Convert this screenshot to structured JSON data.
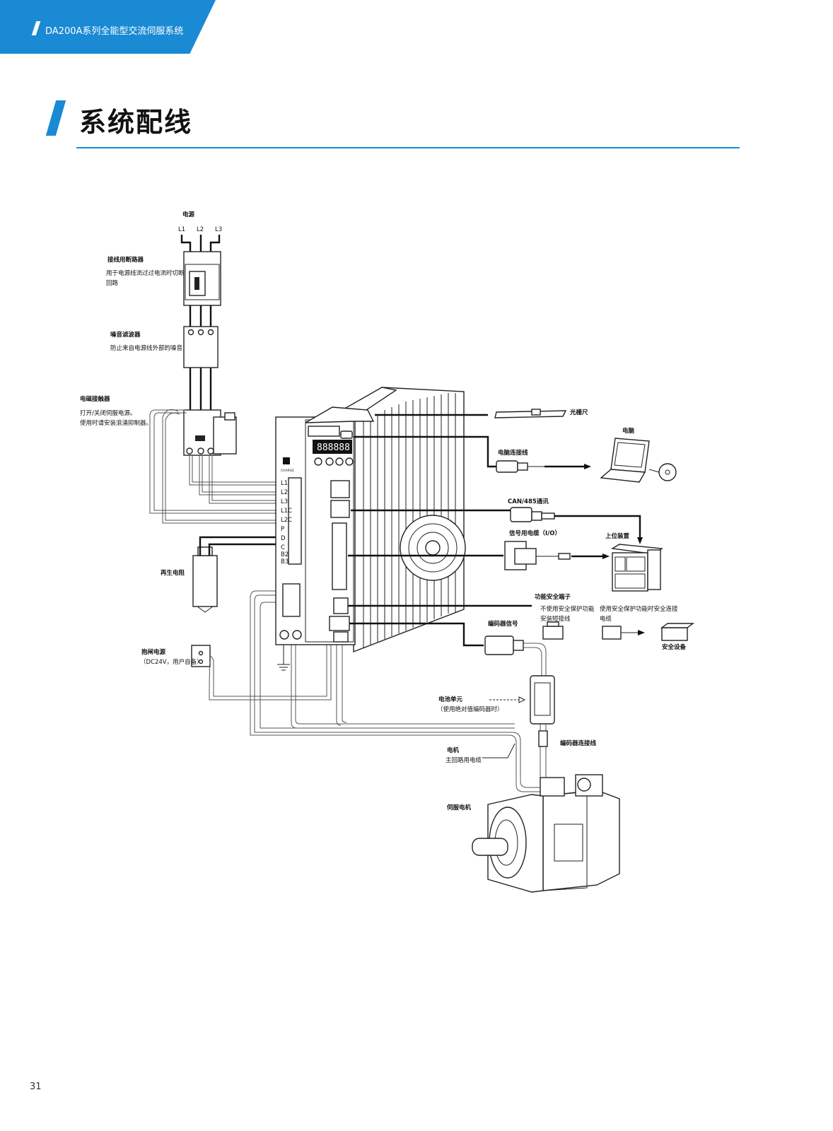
{
  "header": {
    "text": "DA200A系列全能型交流伺服系统"
  },
  "page_title": "系统配线",
  "page_number": "31",
  "diagram": {
    "power_source": "电源",
    "phases": [
      "L1",
      "L2",
      "L3"
    ],
    "breaker": {
      "title": "接线用断路器",
      "desc1": "用于电源线流过过电流时切断",
      "desc2": "回路"
    },
    "noise_filter": {
      "title": "噪音滤波器",
      "desc": "防止来自电源线外部的噪音"
    },
    "contactor": {
      "title": "电磁接触器",
      "desc1": "打开/关闭伺服电源。",
      "desc2": "使用时请安装浪涌抑制器。"
    },
    "regen_resistor": "再生电阻",
    "brake_power": {
      "title": "抱闸电源",
      "desc": "（DC24V，用户自备）"
    },
    "grating_ruler": "光栅尺",
    "computer": "电脑",
    "pc_cable": "电脑连接线",
    "can485": "CAN/485通讯",
    "io_cable": "信号用电缆（I/O）",
    "host_device": "上位装置",
    "safety_terminal": {
      "title": "功能安全端子",
      "desc1": "不使用安全保护功能",
      "desc2": "安装短接线"
    },
    "safety_cable": {
      "desc1": "使用安全保护功能时安全连接",
      "desc2": "电缆"
    },
    "safety_device": "安全设备",
    "encoder_signal": "编码器信号",
    "battery": {
      "title": "电池单元",
      "desc": "（使用绝对值编码器时）"
    },
    "encoder_cable": "编码器连接线",
    "motor_cable": {
      "title": "电机",
      "desc": "主回路用电缆"
    },
    "servo_motor": "伺服电机",
    "display_digits": "888888",
    "charge": "CHARGE",
    "terminals": [
      "L1",
      "L2",
      "L3",
      "L1C",
      "L2C",
      "P",
      "D",
      "C",
      "B2",
      "B3"
    ]
  }
}
